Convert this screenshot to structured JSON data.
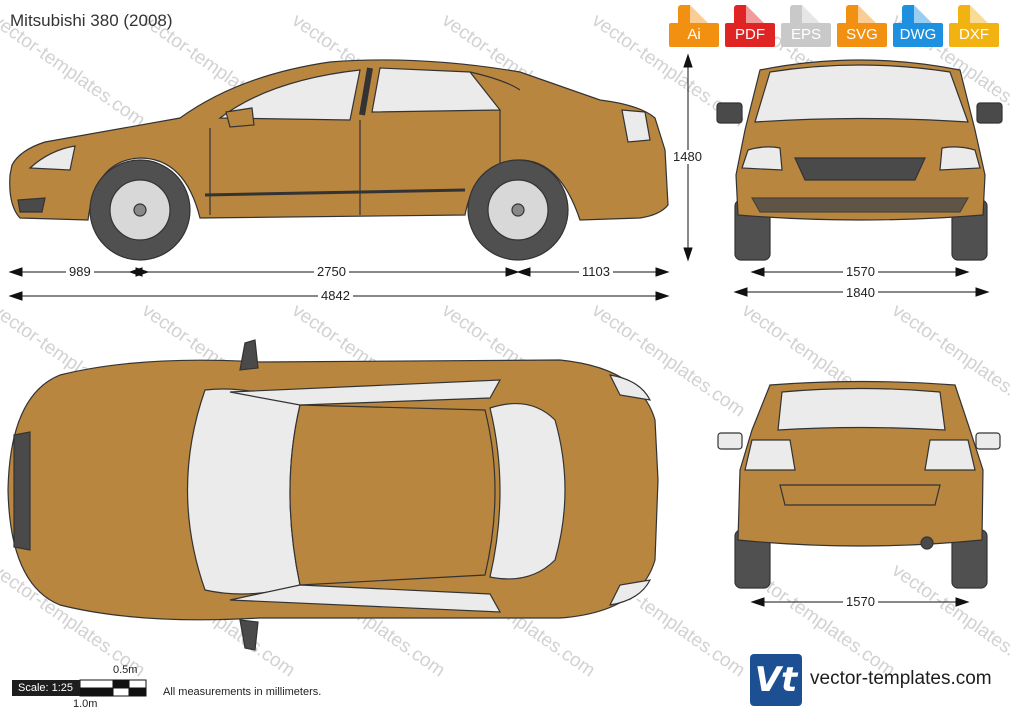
{
  "title": "Mitsubishi 380 (2008)",
  "watermark": "vector-templates.com",
  "formats": [
    {
      "label": "Ai",
      "color": "#f29111",
      "icon": "ai-file-icon"
    },
    {
      "label": "PDF",
      "color": "#e02424",
      "icon": "pdf-file-icon"
    },
    {
      "label": "EPS",
      "color": "#c9c9c9",
      "icon": "eps-file-icon"
    },
    {
      "label": "SVG",
      "color": "#f29111",
      "icon": "svg-file-icon"
    },
    {
      "label": "DWG",
      "color": "#1e90e0",
      "icon": "dwg-file-icon"
    },
    {
      "label": "DXF",
      "color": "#f2b211",
      "icon": "dxf-file-icon"
    }
  ],
  "dimensions": {
    "front_overhang": "989",
    "wheelbase": "2750",
    "rear_overhang": "1103",
    "length": "4842",
    "height": "1480",
    "track_front": "1570",
    "width": "1840",
    "track_rear": "1570"
  },
  "scale": {
    "label": "Scale: 1:25",
    "half_meter": "0.5m",
    "one_meter": "1.0m"
  },
  "note": "All measurements in millimeters.",
  "logo": {
    "text": "Vt",
    "site": "vector-templates.com"
  },
  "colors": {
    "body": "#b8863f",
    "glass": "#ebebeb",
    "tyre": "#505050",
    "trim": "#4a4a4a"
  }
}
